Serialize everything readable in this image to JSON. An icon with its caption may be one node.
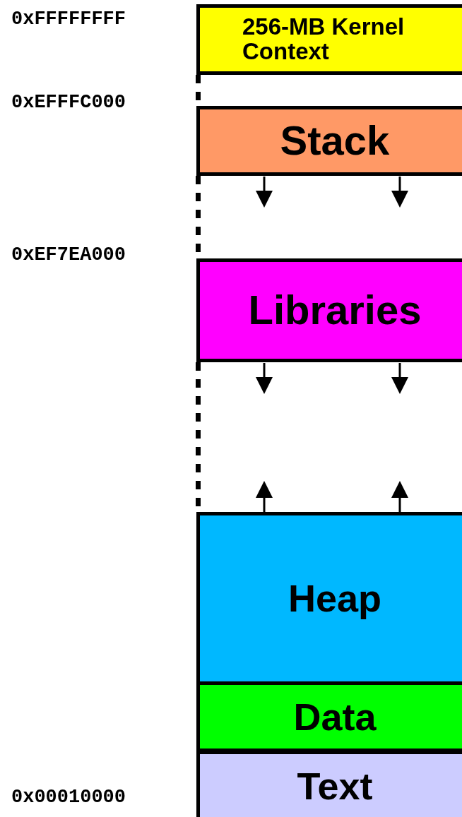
{
  "diagram": {
    "nodes": [
      {
        "text": [
          "256-MB Kernel Context"
        ]
      },
      {
        "text": [
          "Stack"
        ]
      },
      {
        "text": [
          "Libraries"
        ]
      },
      {
        "text": [
          "Heap"
        ]
      },
      {
        "text": [
          "Data"
        ]
      },
      {
        "text": [
          "Text"
        ]
      }
    ],
    "labels": [
      "0xFFFFFFFF",
      "0xEFFFC000",
      "0xEF7EA000",
      "0x00010000"
    ]
  }
}
